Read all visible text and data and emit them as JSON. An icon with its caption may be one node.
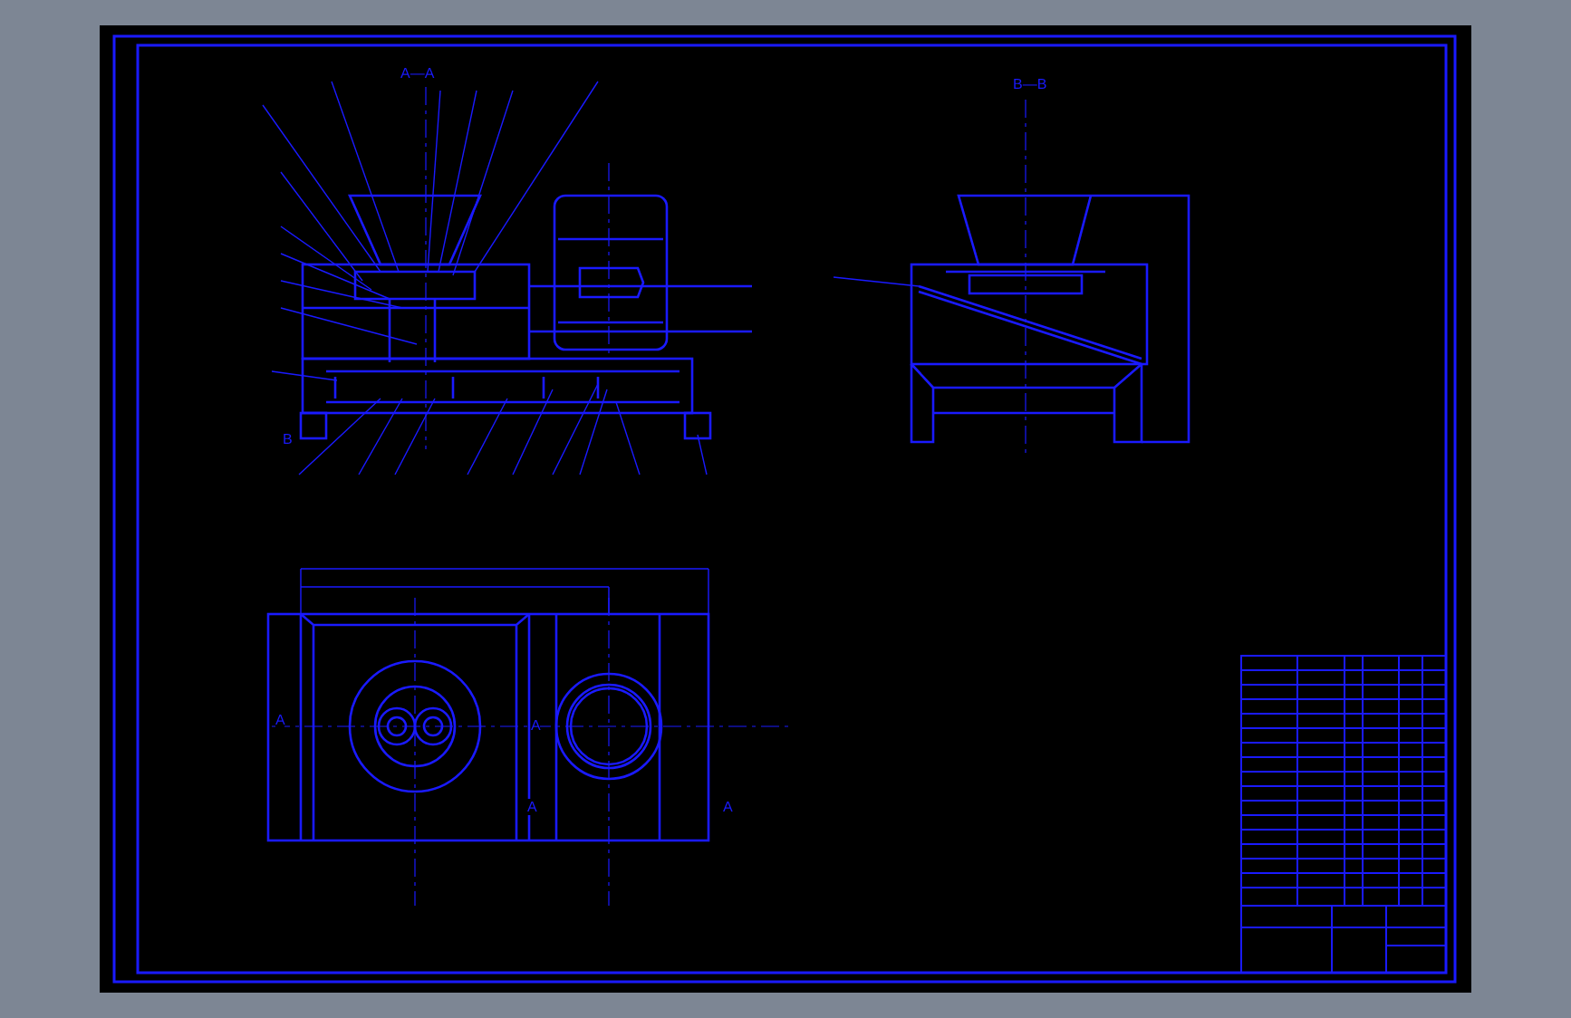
{
  "diagram": {
    "labels": [
      "A—A",
      "B—B",
      "B",
      "A",
      "A",
      "A",
      "A"
    ]
  }
}
